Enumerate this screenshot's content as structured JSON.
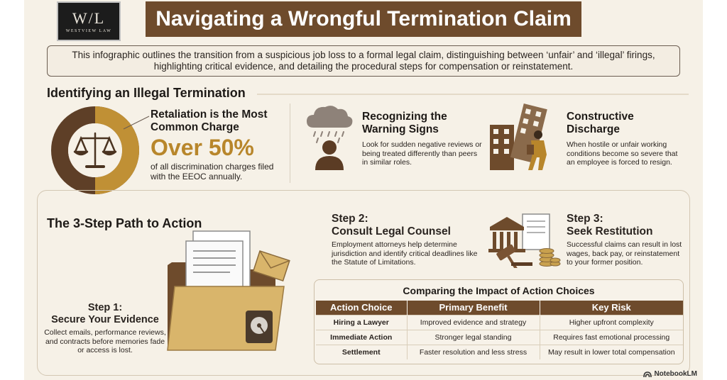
{
  "header": {
    "logo_monogram": "W/L",
    "logo_text": "WESTVIEW LAW",
    "title": "Navigating a Wrongful Termination Claim"
  },
  "intro": "This infographic outlines the transition from a suspicious job loss to a formal legal claim, distinguishing between ‘unfair’ and ‘illegal’ firings, highlighting critical evidence, and detailing the procedural steps for compensation or reinstatement.",
  "identify": {
    "title": "Identifying an Illegal Termination",
    "retaliation": {
      "heading_line1": "Retaliation is the Most",
      "heading_line2": "Common Charge",
      "stat": "Over 50%",
      "share": 0.5,
      "sub": "of all discrimination charges filed with the EEOC annually."
    },
    "warning": {
      "heading_line1": "Recognizing the",
      "heading_line2": "Warning Signs",
      "body": "Look for sudden negative reviews or being treated differently than peers in similar roles."
    },
    "constructive": {
      "heading_line1": "Constructive",
      "heading_line2": "Discharge",
      "body": "When hostile or unfair working conditions become so severe that an employee is forced to resign."
    }
  },
  "path": {
    "title": "The 3-Step Path to Action",
    "step1": {
      "label": "Step 1:",
      "heading": "Secure Your Evidence",
      "body": "Collect emails, performance reviews, and contracts before memories fade or access is lost."
    },
    "step2": {
      "label": "Step 2:",
      "heading": "Consult Legal Counsel",
      "body": "Employment attorneys help determine jurisdiction and identify critical deadlines like the Statute of Limitations."
    },
    "step3": {
      "label": "Step 3:",
      "heading": "Seek Restitution",
      "body": "Successful claims can result in lost wages, back pay, or reinstatement to your former position."
    }
  },
  "comparison": {
    "title": "Comparing the Impact of Action Choices",
    "headers": [
      "Action Choice",
      "Primary Benefit",
      "Key Risk"
    ],
    "rows": [
      [
        "Hiring a Lawyer",
        "Improved evidence and strategy",
        "Higher upfront complexity"
      ],
      [
        "Immediate Action",
        "Stronger legal standing",
        "Requires fast emotional processing"
      ],
      [
        "Settlement",
        "Faster resolution and less stress",
        "May result in lower total compensation"
      ]
    ]
  },
  "footer": {
    "brand": "NotebookLM"
  },
  "colors": {
    "brown": "#6e4b2c",
    "gold": "#b8862b",
    "cream": "#f6f1e7"
  }
}
